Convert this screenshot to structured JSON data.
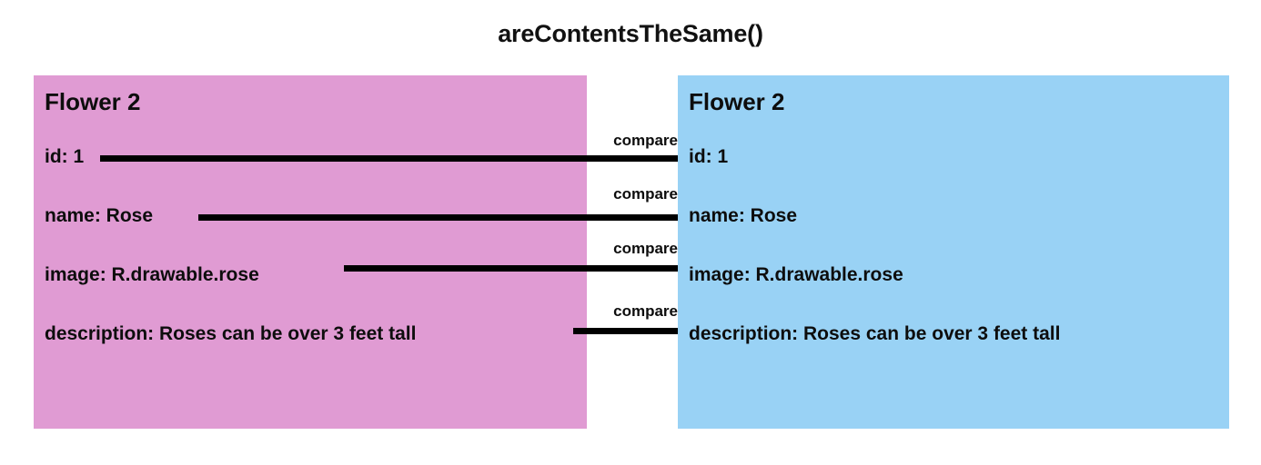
{
  "title": "areContentsTheSame()",
  "colors": {
    "left_panel_bg": "#e09bd3",
    "right_panel_bg": "#99d2f5",
    "connector": "#000000",
    "text": "#0d0d0d",
    "page_bg": "#ffffff"
  },
  "left_panel": {
    "heading": "Flower 2",
    "fields": [
      {
        "label": "id: 1"
      },
      {
        "label": "name: Rose"
      },
      {
        "label": "image: R.drawable.rose"
      },
      {
        "label": "description: Roses can be over 3 feet tall"
      }
    ]
  },
  "right_panel": {
    "heading": "Flower 2",
    "fields": [
      {
        "label": "id: 1"
      },
      {
        "label": "name: Rose"
      },
      {
        "label": "image: R.drawable.rose"
      },
      {
        "label": "description: Roses can be over 3 feet tall"
      }
    ]
  },
  "connectors": [
    {
      "label": "compare"
    },
    {
      "label": "compare"
    },
    {
      "label": "compare"
    },
    {
      "label": "compare"
    }
  ]
}
